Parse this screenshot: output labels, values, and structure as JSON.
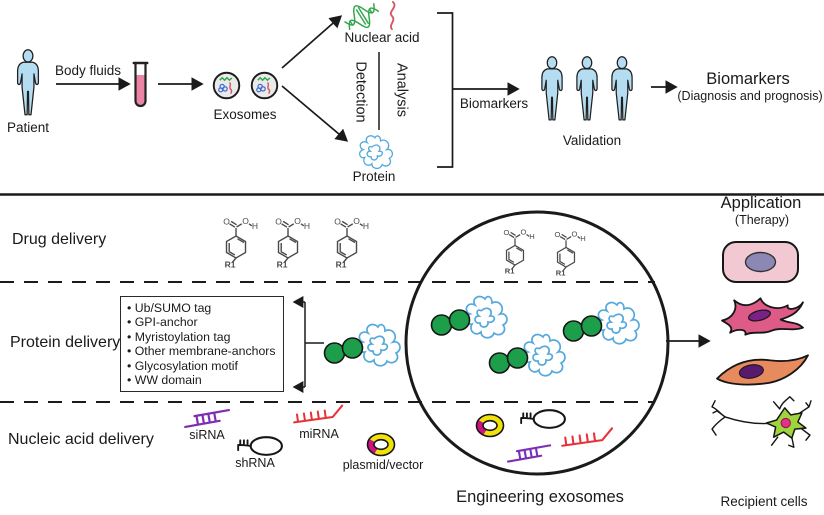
{
  "top": {
    "patient": "Patient",
    "body_fluids": "Body fluids",
    "exosomes": "Exosomes",
    "nuclear_acid": "Nuclear acid",
    "detection": "Detection",
    "analysis": "Analysis",
    "protein": "Protein",
    "biomarkers": "Biomarkers",
    "validation": "Validation",
    "outcome_title": "Biomarkers",
    "outcome_subtitle": "(Diagnosis and prognosis)"
  },
  "bottom": {
    "row_labels": {
      "drug": "Drug delivery",
      "protein": "Protein delivery",
      "nucleic": "Nucleic acid delivery"
    },
    "protein_tags": [
      "Ub/SUMO tag",
      "GPI-anchor",
      "Myristoylation tag",
      "Other membrane-anchors",
      "Glycosylation motif",
      "WW domain"
    ],
    "molecules": {
      "sirna": "siRNA",
      "shrna": "shRNA",
      "mirna": "miRNA",
      "plasmid": "plasmid/vector"
    },
    "engineering_label": "Engineering exosomes",
    "application_title": "Application",
    "application_subtitle": "(Therapy)",
    "recipient_label": "Recipient cells"
  },
  "chem": {
    "oxygen": "O",
    "hydrogen": "H",
    "substituent": "R1"
  },
  "colors": {
    "figure_blue": "#b5ddf2",
    "exosome_gray": "#eaeaea",
    "protein_blue": "#56a9db",
    "tag_green": "#1d9e4b",
    "dna_green": "#33a64c",
    "rna_red": "#d95560",
    "sirna_purple": "#7c2fb4",
    "mirna_red": "#e53138",
    "plasmid_yellow": "#f2e20c",
    "plasmid_magenta": "#cc1380",
    "tube_pink": "#ec85a5",
    "cell_pink": "#f2c9d2",
    "cell_nucleus_purple": "#8d87b5",
    "fibroblast_pink": "#dd5b86",
    "fibroblast_nucleus": "#7a2086",
    "spindle_orange": "#e78a5e",
    "spindle_nucleus": "#571a6e",
    "neuron_green": "#9fd43c",
    "neuron_nucleus": "#e23287"
  }
}
